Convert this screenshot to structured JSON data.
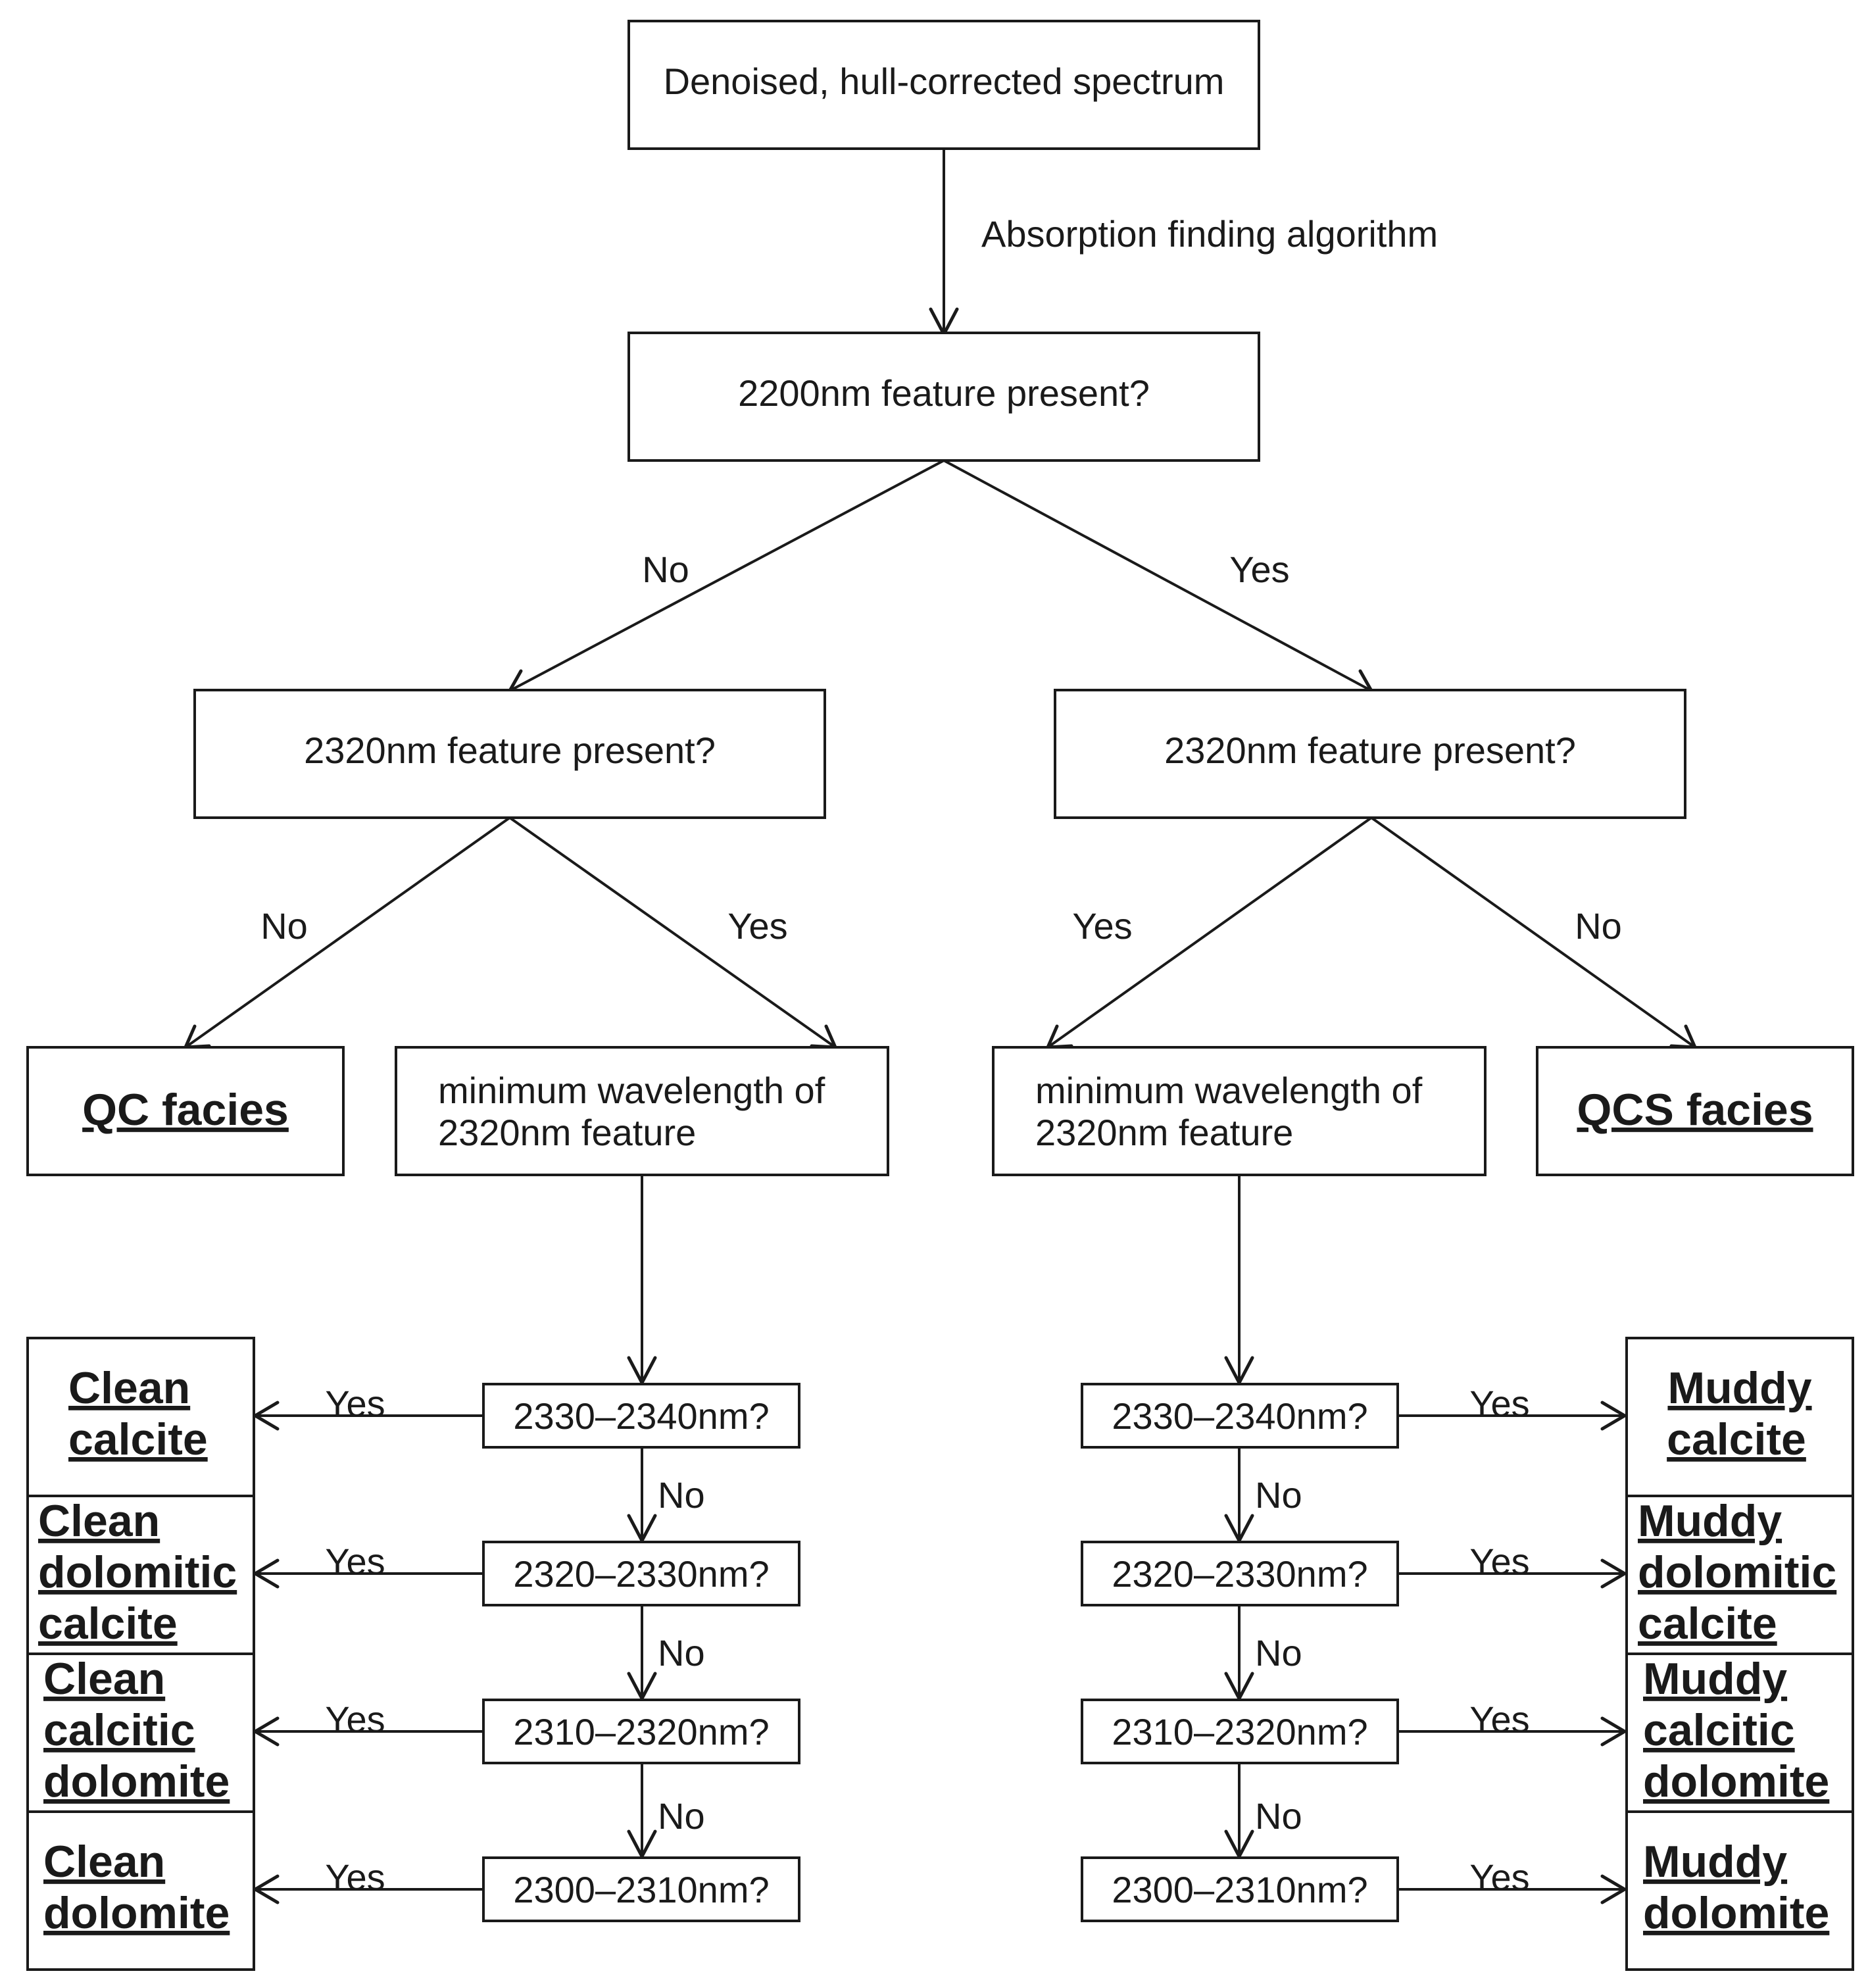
{
  "root": "Denoised, hull-corrected spectrum",
  "edge_algorithm": "Absorption finding algorithm",
  "q2200": "2200nm feature present?",
  "q2320_left": "2320nm feature present?",
  "q2320_right": "2320nm feature present?",
  "qc_facies": "QC facies",
  "qcs_facies": "QCS facies",
  "minwl_left": [
    "minimum wavelength of",
    "2320nm feature"
  ],
  "minwl_right": [
    "minimum wavelength of",
    "2320nm feature"
  ],
  "yes": "Yes",
  "no": "No",
  "ranges": [
    "2330–2340nm?",
    "2320–2330nm?",
    "2310–2320nm?",
    "2300–2310nm?"
  ],
  "clean_outcomes": [
    [
      "Clean",
      "calcite"
    ],
    [
      "Clean",
      "dolomitic",
      "calcite"
    ],
    [
      "Clean",
      "calcitic",
      "dolomite"
    ],
    [
      "Clean",
      "dolomite"
    ]
  ],
  "muddy_outcomes": [
    [
      "Muddy",
      "calcite"
    ],
    [
      "Muddy",
      "dolomitic",
      "calcite"
    ],
    [
      "Muddy",
      "calcitic",
      "dolomite"
    ],
    [
      "Muddy",
      "dolomite"
    ]
  ]
}
